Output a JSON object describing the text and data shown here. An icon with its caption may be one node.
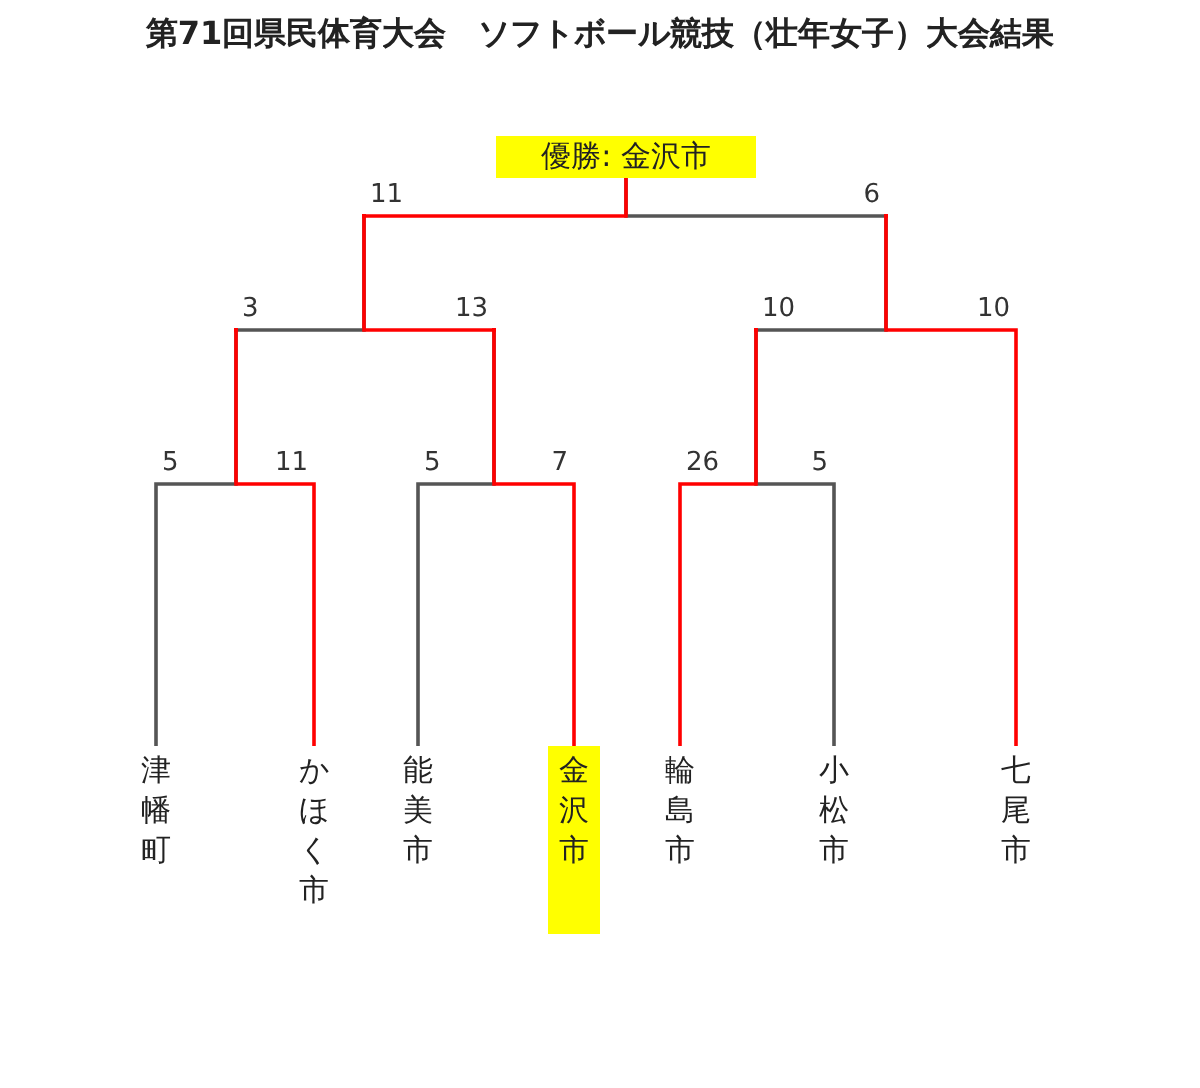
{
  "diagram": {
    "title": "第71回県民体育大会　ソフトボール競技（壮年女子）大会結果",
    "nodes": [
      {
        "text": [
          "優勝: 金沢市"
        ]
      },
      {
        "text": [],
        "shape": "point"
      },
      {
        "text": [],
        "shape": "point"
      },
      {
        "text": [],
        "shape": "point"
      },
      {
        "text": [],
        "shape": "point"
      },
      {
        "text": [],
        "shape": "point"
      },
      {
        "text": [
          "津幡町"
        ]
      },
      {
        "text": [
          "かほく市"
        ]
      },
      {
        "text": [
          "能美市"
        ]
      },
      {
        "text": [
          "金沢市"
        ]
      },
      {
        "text": [
          "輪島市"
        ]
      },
      {
        "text": [
          "小松市"
        ]
      },
      {
        "text": [
          "七尾市"
        ]
      }
    ],
    "edges": [
      {
        "from": 1,
        "to": 0,
        "arrow": "none",
        "label": "11",
        "color": "#ff0000"
      },
      {
        "from": 2,
        "to": 0,
        "arrow": "none",
        "label": "6",
        "color": "#555555"
      },
      {
        "from": 3,
        "to": 1,
        "arrow": "none",
        "label": "3",
        "color": "#555555"
      },
      {
        "from": 4,
        "to": 1,
        "arrow": "none",
        "label": "13",
        "color": "#ff0000"
      },
      {
        "from": 5,
        "to": 2,
        "arrow": "none",
        "label": "10",
        "color": "#555555"
      },
      {
        "from": 12,
        "to": 2,
        "arrow": "none",
        "label": "10",
        "color": "#ff0000"
      },
      {
        "from": 6,
        "to": 3,
        "arrow": "none",
        "label": "5",
        "color": "#555555"
      },
      {
        "from": 7,
        "to": 3,
        "arrow": "none",
        "label": "11",
        "color": "#ff0000"
      },
      {
        "from": 8,
        "to": 4,
        "arrow": "none",
        "label": "5",
        "color": "#555555"
      },
      {
        "from": 9,
        "to": 4,
        "arrow": "none",
        "label": "7",
        "color": "#ff0000"
      },
      {
        "from": 10,
        "to": 5,
        "arrow": "none",
        "label": "26",
        "color": "#ff0000"
      },
      {
        "from": 11,
        "to": 5,
        "arrow": "none",
        "label": "5",
        "color": "#555555"
      }
    ]
  }
}
